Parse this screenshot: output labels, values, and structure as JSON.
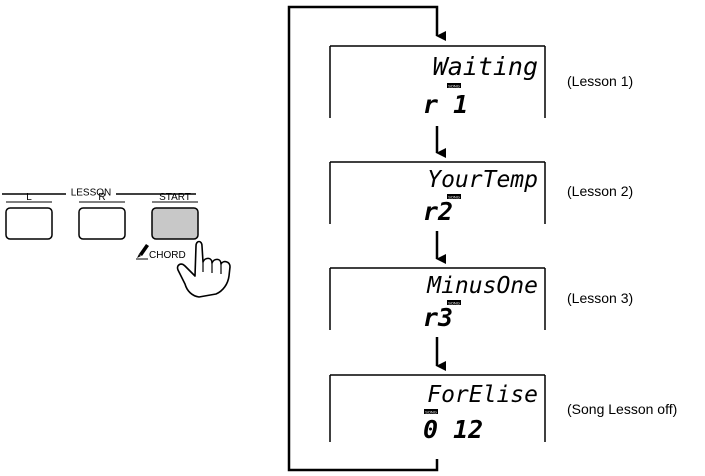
{
  "panel": {
    "group_label": "LESSON",
    "buttons": [
      {
        "label": "L"
      },
      {
        "label": "R"
      },
      {
        "label": "START"
      }
    ],
    "chord_label": "CHORD"
  },
  "screens": [
    {
      "title": "Waiting",
      "badge": "SONG",
      "value": "r 1",
      "caption": "(Lesson 1)"
    },
    {
      "title": "YourTemp",
      "badge": "SONG",
      "value": "r2",
      "caption": "(Lesson 2)"
    },
    {
      "title": "MinusOne",
      "badge": "SONG",
      "value": "r3",
      "caption": "(Lesson 3)"
    },
    {
      "title": "ForElise",
      "badge": "SONG",
      "value": "0 12",
      "caption": "(Song Lesson off)"
    }
  ]
}
